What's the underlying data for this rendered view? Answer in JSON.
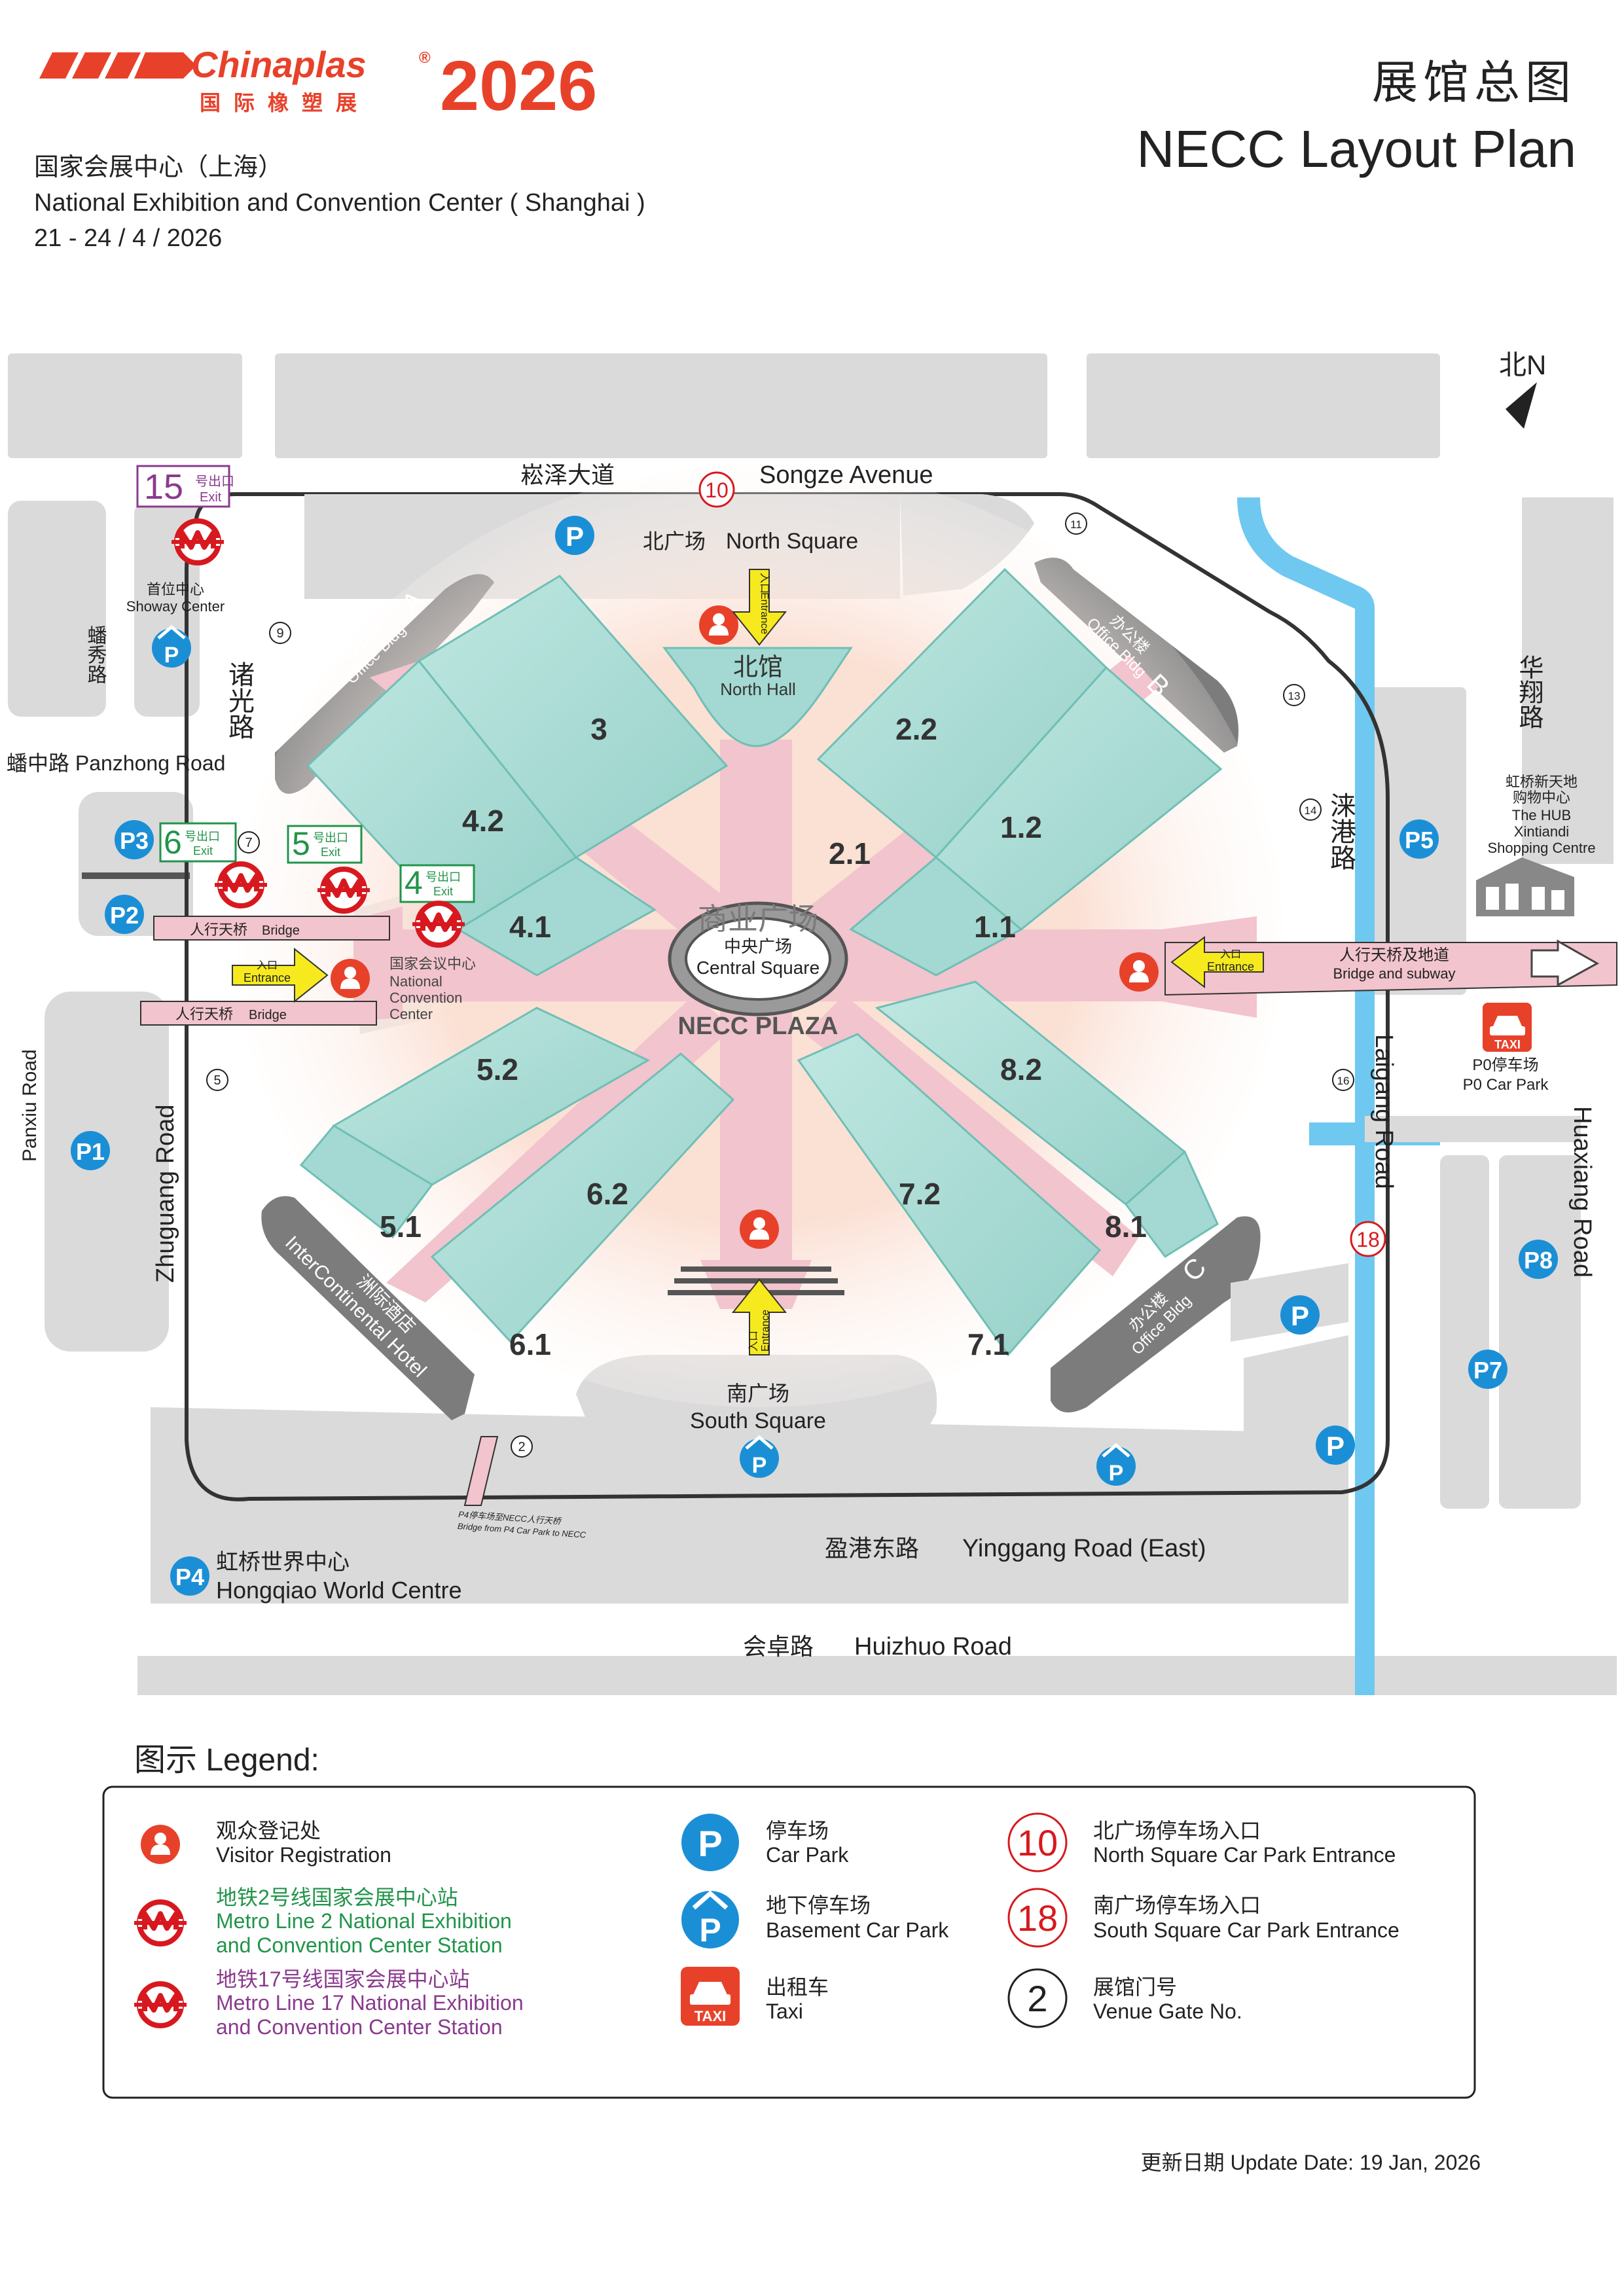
{
  "header": {
    "logo_stripes": "/////",
    "logo_name": "Chinaplas",
    "logo_reg": "®",
    "logo_year": "2026",
    "logo_cn": "国际橡塑展",
    "venue_cn": "国家会展中心（上海）",
    "venue_en": "National Exhibition and Convention Center ( Shanghai )",
    "dates": "21 - 24 / 4 / 2026",
    "title_cn": "展馆总图",
    "title_en": "NECC Layout Plan"
  },
  "compass": {
    "label": "北N"
  },
  "roads": {
    "songze_cn": "崧泽大道",
    "songze_en": "Songze Avenue",
    "zhuguang_cn": "诸光路",
    "zhuguang_en": "Zhuguang Road",
    "panxiu_cn": "蟠秀路",
    "panxiu_en": "Panxiu Road",
    "panzhong": "蟠中路 Panzhong Road",
    "laigang_cn": "涞港路",
    "laigang_en": "Laigang Road",
    "huaxiang_cn": "华翔路",
    "huaxiang_en": "Huaxiang Road",
    "yinggang_cn": "盈港东路",
    "yinggang_en": "Yinggang Road (East)",
    "huizhuo_cn": "会卓路",
    "huizhuo_en": "Huizhuo Road"
  },
  "places": {
    "north_square_cn": "北广场",
    "north_square_en": "North Square",
    "south_square_cn": "南广场",
    "south_square_en": "South Square",
    "north_hall_cn": "北馆",
    "north_hall_en": "North Hall",
    "central_square_cn": "中央广场",
    "central_square_en": "Central Square",
    "plaza_cn": "商业广场",
    "plaza_en": "NECC PLAZA",
    "office_a_cn": "办公楼",
    "office_a_en": "Office Bldg",
    "office_a_letter": "A",
    "office_b_cn": "办公楼",
    "office_b_en": "Office Bldg",
    "office_b_letter": "B",
    "office_c_cn": "办公楼",
    "office_c_en": "Office Bldg",
    "office_c_letter": "C",
    "hotel_cn": "洲际酒店",
    "hotel_en": "InterContinental Hotel",
    "ncc_cn": "国家会议中心",
    "ncc_en_1": "National",
    "ncc_en_2": "Convention",
    "ncc_en_3": "Center",
    "showay_cn": "首位中心",
    "showay_en": "Showay Center",
    "hub_cn_1": "虹桥新天地",
    "hub_cn_2": "购物中心",
    "hub_en_1": "The HUB",
    "hub_en_2": "Xintiandi",
    "hub_en_3": "Shopping Centre",
    "hongqiao_cn": "虹桥世界中心",
    "hongqiao_en": "Hongqiao World Centre",
    "p0_cn": "P0停车场",
    "p0_en": "P0 Car Park",
    "p4_bridge_cn": "P4停车场至NECC人行天桥",
    "p4_bridge_en": "Bridge from P4 Car Park to NECC",
    "bridge_cn": "人行天桥",
    "bridge_en": "Bridge",
    "bridge_subway_cn": "人行天桥及地道",
    "bridge_subway_en": "Bridge and subway",
    "entrance_cn": "入口",
    "entrance_en": "Entrance"
  },
  "halls": [
    "3",
    "4.2",
    "4.1",
    "2.2",
    "2.1",
    "1.2",
    "1.1",
    "5.2",
    "5.1",
    "6.2",
    "6.1",
    "7.2",
    "7.1",
    "8.2",
    "8.1"
  ],
  "exits": [
    {
      "num": "15",
      "cn": "号出口",
      "en": "Exit",
      "color": "#8a3a8e"
    },
    {
      "num": "6",
      "cn": "号出口",
      "en": "Exit",
      "color": "#21944a"
    },
    {
      "num": "5",
      "cn": "号出口",
      "en": "Exit",
      "color": "#21944a"
    },
    {
      "num": "4",
      "cn": "号出口",
      "en": "Exit",
      "color": "#21944a"
    }
  ],
  "gates": [
    "2",
    "5",
    "7",
    "9",
    "11",
    "13",
    "14",
    "16"
  ],
  "car_park_entrances": [
    "10",
    "18"
  ],
  "car_parks": [
    "P1",
    "P2",
    "P3",
    "P4",
    "P5",
    "P7",
    "P8"
  ],
  "taxi_label": "TAXI",
  "legend": {
    "title": "图示 Legend:",
    "visitor_cn": "观众登记处",
    "visitor_en": "Visitor Registration",
    "metro2_cn": "地铁2号线国家会展中心站",
    "metro2_en_1": "Metro Line 2 National Exhibition",
    "metro2_en_2": "and Convention Center Station",
    "metro17_cn": "地铁17号线国家会展中心站",
    "metro17_en_1": "Metro Line 17 National Exhibition",
    "metro17_en_2": "and Convention Center Station",
    "carpark_cn": "停车场",
    "carpark_en": "Car Park",
    "basement_cn": "地下停车场",
    "basement_en": "Basement Car Park",
    "taxi_cn": "出租车",
    "taxi_en": "Taxi",
    "north_entr_num": "10",
    "north_entr_cn": "北广场停车场入口",
    "north_entr_en": "North Square Car Park Entrance",
    "south_entr_num": "18",
    "south_entr_cn": "南广场停车场入口",
    "south_entr_en": "South Square Car Park Entrance",
    "gate_num": "2",
    "gate_cn": "展馆门号",
    "gate_en": "Venue Gate No."
  },
  "update": "更新日期 Update Date: 19 Jan, 2026",
  "colors": {
    "brand_red": "#e8412a",
    "hall": "#a3d9d2",
    "hall_light": "#c9ece7",
    "hall_edge": "#6fbfb5",
    "concourse": "#f2c4cd",
    "glow": "#fbe3d9",
    "road": "#dadada",
    "building": "#7c7c7c",
    "parking_blue": "#1b8fd6",
    "water": "#6fc8f0",
    "metro_green": "#21944a",
    "metro_purple": "#8a3a8e",
    "arrow_yellow": "#f6ea1e"
  }
}
